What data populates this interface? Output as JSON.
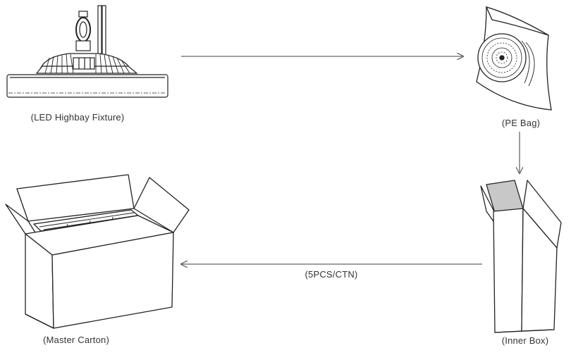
{
  "labels": {
    "fixture": "(LED Highbay Fixture)",
    "pe_bag": "(PE Bag)",
    "inner_box": "(Inner Box)",
    "master_carton": "(Master Carton)",
    "quantity": "(5PCS/CTN)"
  },
  "colors": {
    "line": "#222222",
    "arrow": "#666666",
    "flap_fill": "#c8c8c8",
    "text": "#333333"
  },
  "icons": [
    "led-highbay-fixture-icon",
    "pe-bag-icon",
    "inner-box-icon",
    "master-carton-icon"
  ]
}
